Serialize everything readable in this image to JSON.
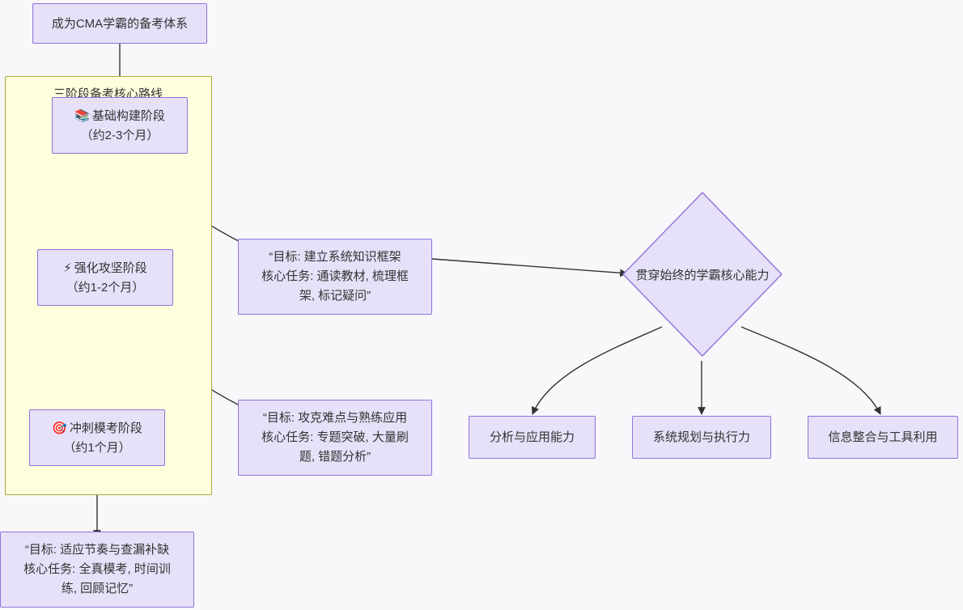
{
  "diagram": {
    "type": "flowchart",
    "direction": "top-down",
    "background_color": "#f8f8fb",
    "node_fill": "#e6e0f8",
    "node_border": "#9370db",
    "subgraph_fill": "#ffffde",
    "subgraph_border": "#aaaa33",
    "text_color": "#333333",
    "edge_color": "#333333"
  },
  "root": {
    "label": "成为CMA学霸的备考体系"
  },
  "subgraph": {
    "title": "三阶段备考核心路线",
    "phases": [
      {
        "icon": "books-icon",
        "emoji": "📚",
        "title": "基础构建阶段",
        "duration": "（约2-3个月）"
      },
      {
        "icon": "lightning-icon",
        "emoji": "⚡",
        "title": "强化攻坚阶段",
        "duration": "（约1-2个月）"
      },
      {
        "icon": "target-icon",
        "emoji": "🎯",
        "title": "冲刺模考阶段",
        "duration": "（约1个月）"
      }
    ]
  },
  "detail_boxes": [
    {
      "lines": [
        "“目标: 建立系统知识框架",
        "核心任务: 通读教材, 梳理框",
        "架, 标记疑问”"
      ]
    },
    {
      "lines": [
        "“目标: 攻克难点与熟练应用",
        "核心任务: 专题突破, 大量刷",
        "题, 错题分析”"
      ]
    },
    {
      "lines": [
        "“目标: 适应节奏与查漏补缺",
        "核心任务: 全真模考, 时间训",
        "练, 回顾记忆”"
      ]
    }
  ],
  "core_ability": {
    "label": "贯穿始终的学霸核心能力"
  },
  "abilities": [
    {
      "label": "分析与应用能力"
    },
    {
      "label": "系统规划与执行力"
    },
    {
      "label": "信息整合与工具利用"
    }
  ]
}
